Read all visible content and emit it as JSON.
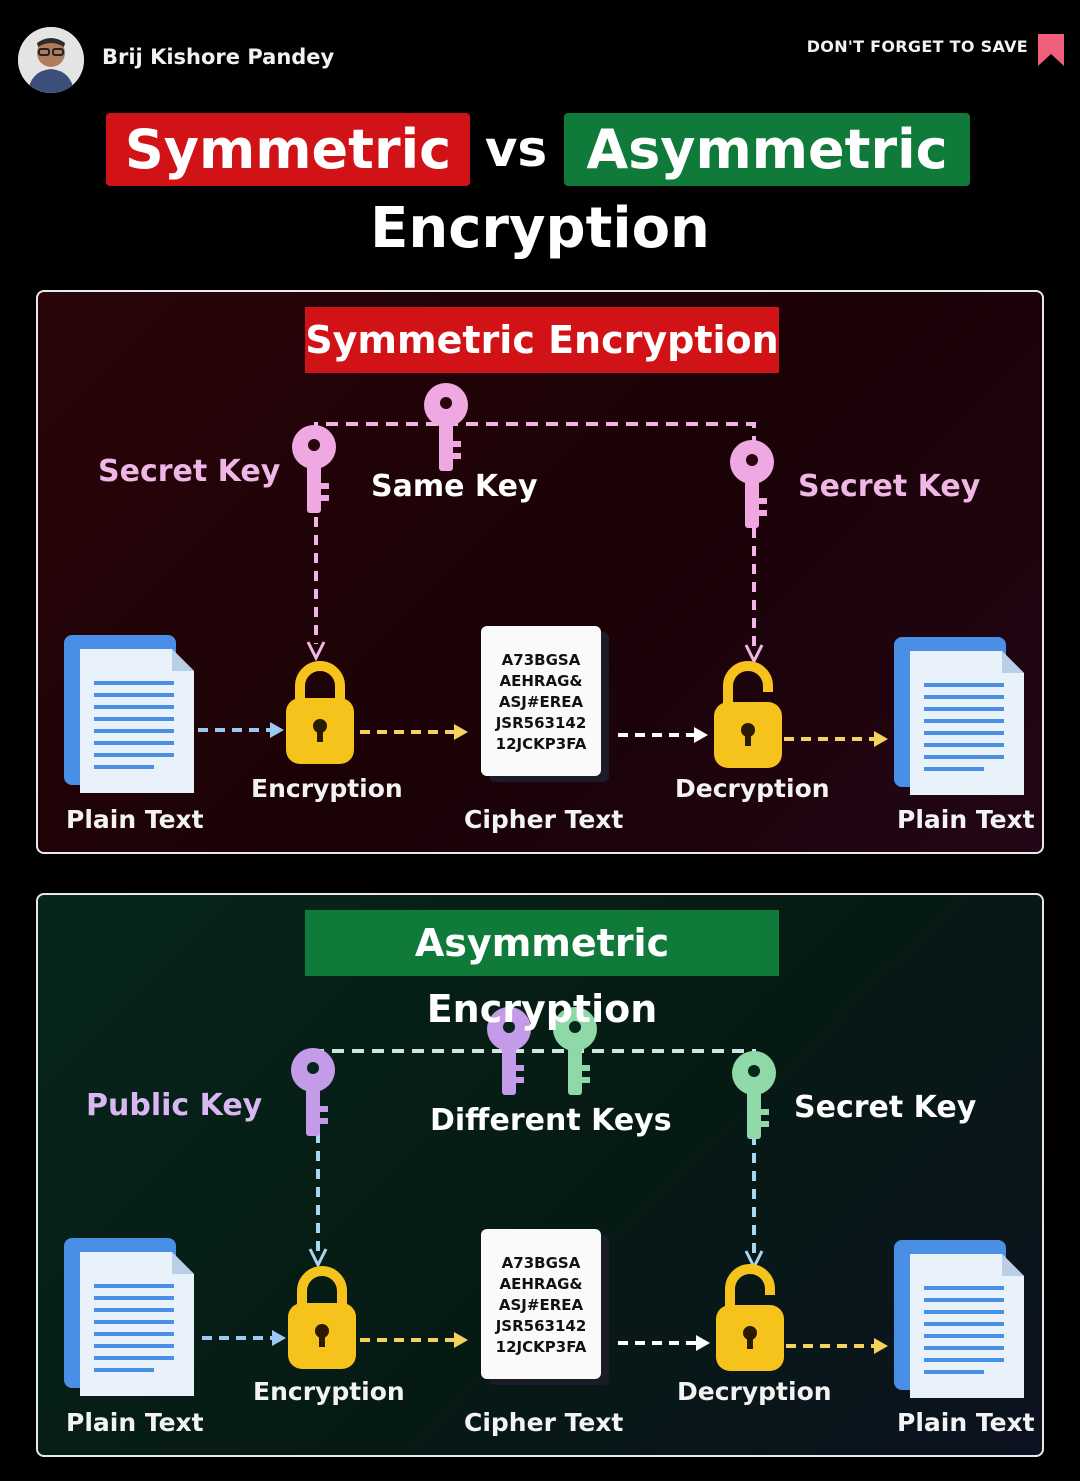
{
  "header": {
    "author": "Brij Kishore Pandey",
    "save_note": "DON'T FORGET TO SAVE"
  },
  "title": {
    "symmetric": "Symmetric",
    "vs": "vs",
    "asymmetric": "Asymmetric",
    "subtitle": "Encryption"
  },
  "colors": {
    "symmetric_red": "#d11216",
    "asymmetric_green": "#0f7a3a",
    "key_pink": "#f0a8e2",
    "key_purple": "#c49be8",
    "key_green": "#8fd9a8",
    "lock_gold": "#f6c21c",
    "arrow_blue": "#9cc9f2",
    "arrow_yellow": "#f3d35c"
  },
  "symmetric": {
    "title": "Symmetric Encryption",
    "left_key_label": "Secret Key",
    "center_key_label": "Same Key",
    "right_key_label": "Secret Key",
    "plain_text_left": "Plain Text",
    "encryption": "Encryption",
    "cipher_text": "Cipher Text",
    "decryption": "Decryption",
    "plain_text_right": "Plain Text",
    "cipher_lines": [
      "A73BGSA",
      "AEHRAG&",
      "ASJ#EREA",
      "JSR563142",
      "12JCKP3FA"
    ]
  },
  "asymmetric": {
    "title": "Asymmetric Encryption",
    "left_key_label": "Public Key",
    "center_key_label": "Different Keys",
    "right_key_label": "Secret Key",
    "plain_text_left": "Plain Text",
    "encryption": "Encryption",
    "cipher_text": "Cipher Text",
    "decryption": "Decryption",
    "plain_text_right": "Plain Text",
    "cipher_lines": [
      "A73BGSA",
      "AEHRAG&",
      "ASJ#EREA",
      "JSR563142",
      "12JCKP3FA"
    ]
  }
}
